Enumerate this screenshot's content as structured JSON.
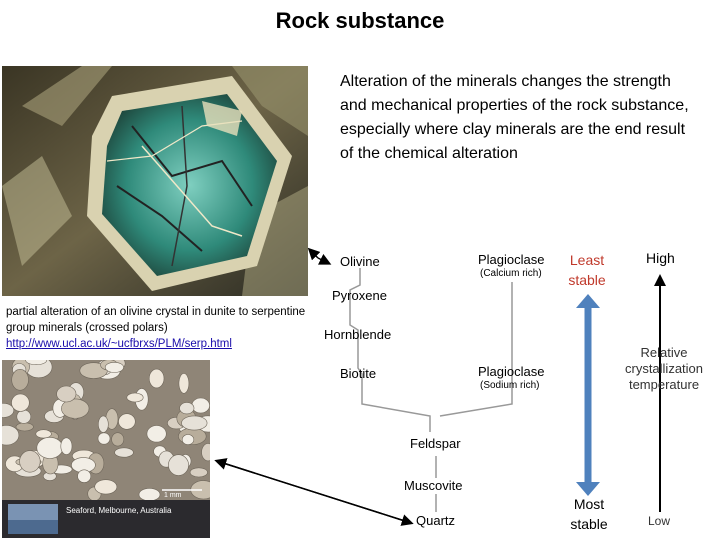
{
  "slide": {
    "title": "Rock substance",
    "description": "Alteration of the minerals changes the strength and mechanical properties of the rock substance, especially where clay minerals are the end result of the chemical alteration",
    "photo1": {
      "caption": "partial alteration of an olivine crystal in dunite to serpentine group minerals (crossed polars)",
      "link": "http://www.ucl.ac.uk/~ucfbrxs/PLM/serp.html"
    },
    "photo2": {
      "caption": "Seaford, Melbourne, Australia",
      "scale_label": "1 mm"
    }
  },
  "bowen": {
    "olivine": "Olivine",
    "pyroxene": "Pyroxene",
    "hornblende": "Hornblende",
    "biotite": "Biotite",
    "plag_ca": "Plagioclase",
    "plag_ca_sub": "(Calcium rich)",
    "plag_na": "Plagioclase",
    "plag_na_sub": "(Sodium rich)",
    "feldspar": "Feldspar",
    "muscovite": "Muscovite",
    "quartz": "Quartz"
  },
  "stability": {
    "least": "Least stable",
    "most": "Most stable",
    "arrow_color": "#4f81bd"
  },
  "temperature": {
    "high": "High",
    "low": "Low",
    "label": "Relative crystallization temperature"
  }
}
